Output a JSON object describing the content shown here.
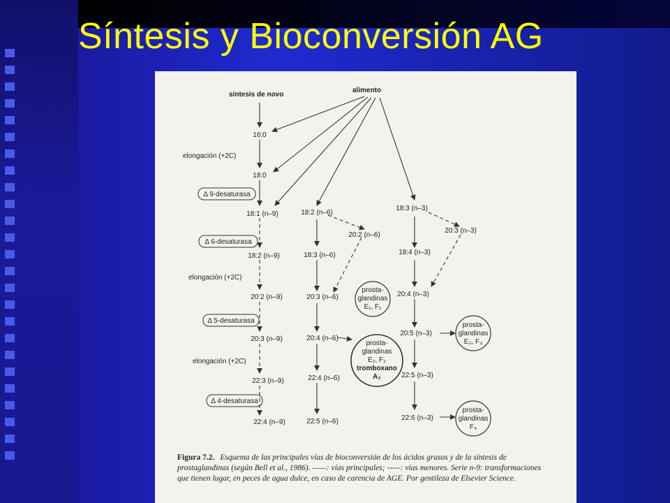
{
  "slide": {
    "title": "Síntesis y Bioconversión AG",
    "colors": {
      "title": "#ffff00",
      "background": "#1a22b4",
      "page": "#f4f2ee"
    }
  },
  "diagram": {
    "sources": {
      "de_novo": "síntesis de novo",
      "food": "alimento"
    },
    "series_n9": [
      "16:0",
      "18:0",
      "18:1 (n–9)",
      "18:2 (n–9)",
      "20:2 (n–9)",
      "20:3 (n–9)",
      "22:3 (n–9)",
      "22:4 (n–9)"
    ],
    "series_n6": [
      "18:2 (n–6)",
      "18:3 (n–6)",
      "20:3 (n–6)",
      "20:4 (n–6)",
      "22:4 (n–6)",
      "22:5 (n–6)"
    ],
    "minor_n6": "20:2 (n–6)",
    "series_n3": [
      "18:3 (n–3)",
      "18:4 (n–3)",
      "20:4 (n–3)",
      "20:5 (n–3)",
      "22:5 (n–3)",
      "22:6 (n–3)"
    ],
    "minor_n3": "20:3 (n–3)",
    "enzymes": [
      "Δ 9-desaturasa",
      "Δ 6-desaturasa",
      "Δ 5-desaturasa",
      "Δ 4-desaturasa"
    ],
    "elongation": "elongación (+2C)",
    "products": {
      "pg1": [
        "prosta-",
        "glandinas",
        "E₁, F₁"
      ],
      "pg2": [
        "prosta-",
        "glandinas",
        "E₂, F₂",
        "tromboxano",
        "A₂"
      ],
      "pg3": [
        "prosta-",
        "glandinas",
        "E₃, F₃"
      ],
      "pg4": [
        "prosta-",
        "glandinas",
        "F₄"
      ]
    }
  },
  "caption": {
    "label": "Figura 7.2.",
    "text": "Esquema de las principales vías de bioconversión de los ácidos grasos y de la síntesis de prostaglandinas (según Bell et al., 1986). ——: vías principales; -----: vías menores. Serie n-9: transformaciones que tienen lugar, en peces de agua dulce, en caso de carencia de AGE. Por gentileza de Elsevier Science."
  }
}
